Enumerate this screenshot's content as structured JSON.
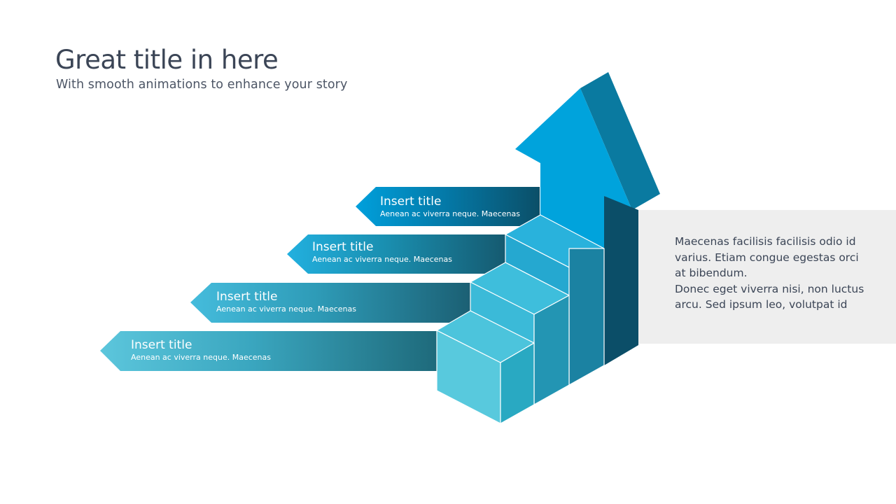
{
  "header": {
    "title": "Great title in here",
    "subtitle": "With smooth animations to enhance your story"
  },
  "steps": [
    {
      "title": "Insert title",
      "description": "Aenean  ac viverra neque. Maecenas"
    },
    {
      "title": "Insert title",
      "description": "Aenean  ac viverra neque. Maecenas"
    },
    {
      "title": "Insert title",
      "description": "Aenean  ac viverra neque. Maecenas"
    },
    {
      "title": "Insert title",
      "description": "Aenean  ac viverra neque. Maecenas"
    }
  ],
  "panel": {
    "paragraph1": "Maecenas facilisis facilisis odio id varius. Etiam congue egestas orci at bibendum.",
    "paragraph2": "Donec eget viverra nisi, non luctus arcu. Sed ipsum leo, volutpat id"
  },
  "colors": {
    "title": "#3b4556",
    "arrow_front": "#00a3dc",
    "arrow_side": "#0a7aa0",
    "step_light": "#5ccbdd",
    "step_dark": "#0b4e68",
    "panel": "#eeeeee"
  }
}
